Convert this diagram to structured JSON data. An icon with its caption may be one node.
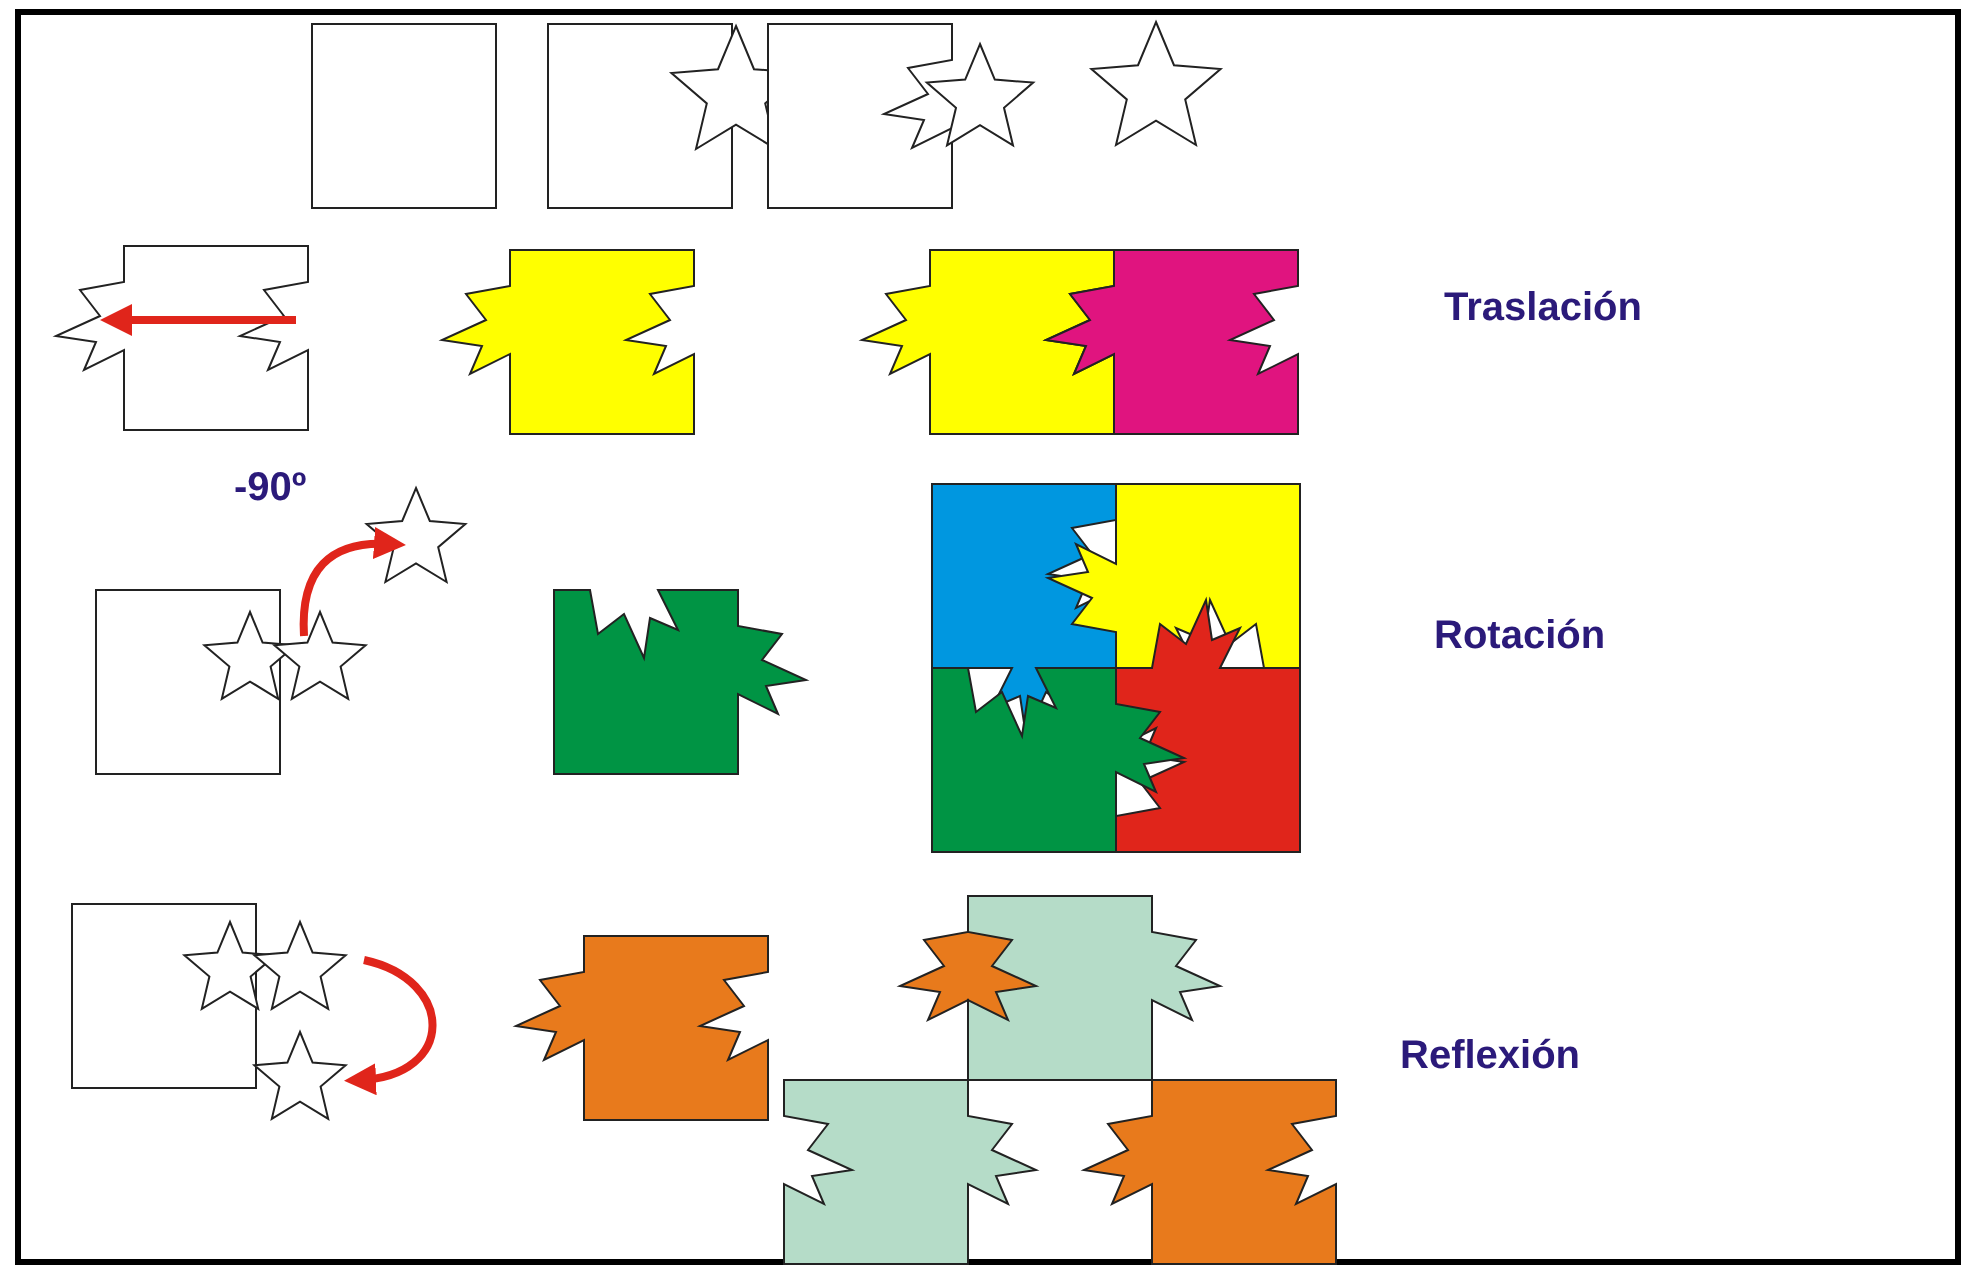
{
  "diagram": {
    "labels": [
      "Traslación",
      "-90º",
      "Rotación",
      "Reflexión"
    ]
  }
}
